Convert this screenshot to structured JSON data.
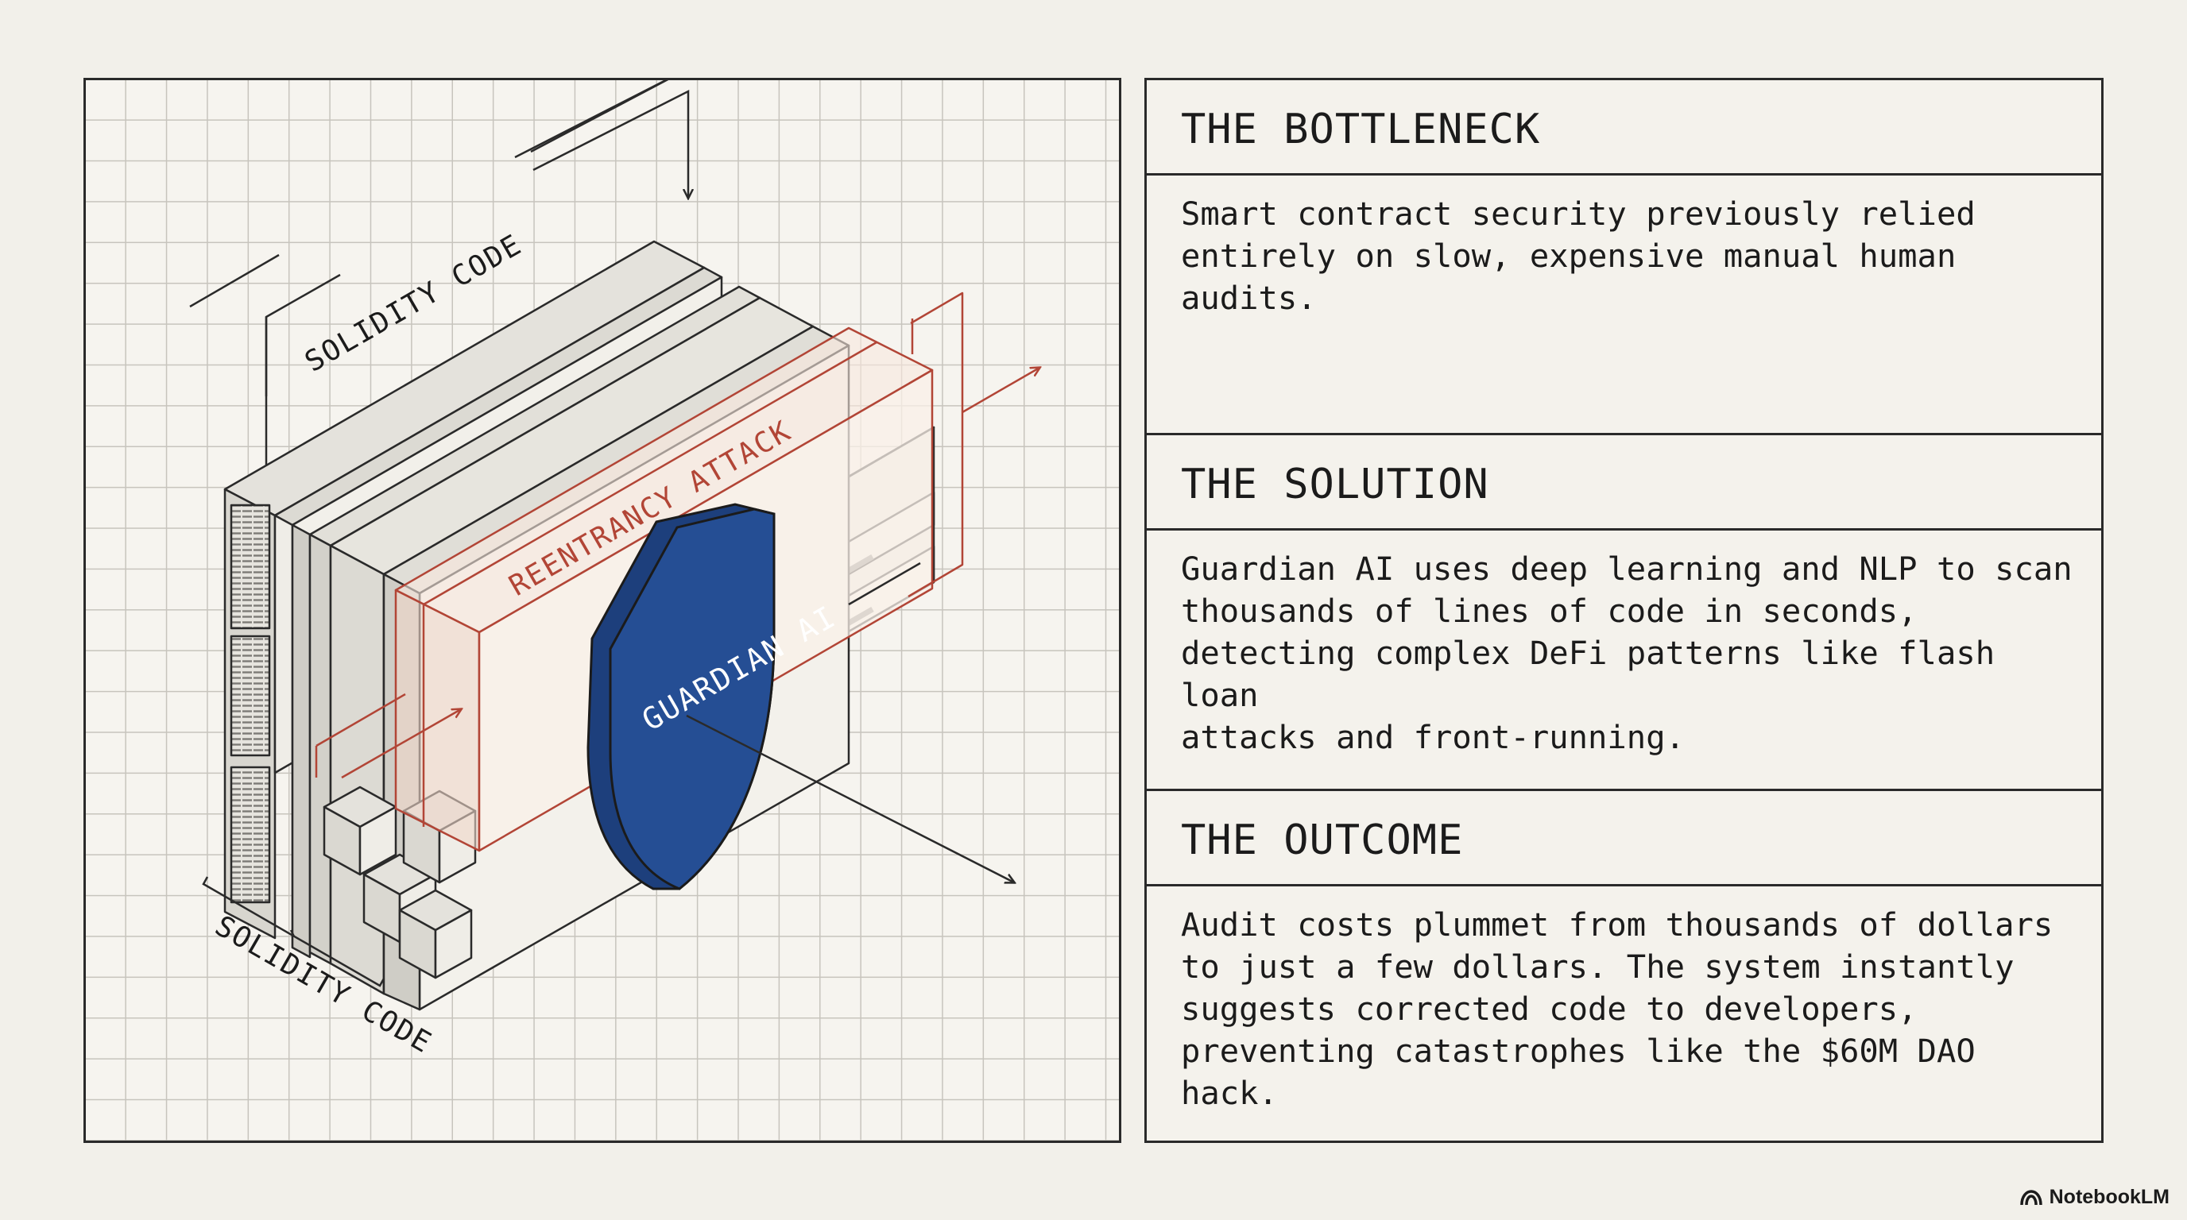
{
  "diagram": {
    "label_top": "SOLIDITY CODE",
    "label_bottom": "SOLIDITY CODE",
    "label_attack": "REENTRANCY ATTACK",
    "label_shield": "GUARDIAN AI",
    "colors": {
      "shield": "#254e94",
      "attack": "#b24536",
      "line": "#2a2a2a"
    }
  },
  "sections": [
    {
      "title": "THE BOTTLENECK",
      "body": "Smart contract security previously relied\nentirely on slow, expensive manual human\naudits."
    },
    {
      "title": "THE SOLUTION",
      "body": "Guardian AI  uses deep learning and NLP to scan\nthousands of lines of code in seconds,\ndetecting complex DeFi patterns like flash loan\nattacks and front-running."
    },
    {
      "title": "THE OUTCOME",
      "body": "Audit costs plummet from thousands of dollars\nto just a few dollars. The system instantly\nsuggests corrected code to developers,\npreventing catastrophes like the $60M DAO hack."
    }
  ],
  "brand": {
    "name": "NotebookLM",
    "icon": "notebooklm-logo-icon"
  }
}
